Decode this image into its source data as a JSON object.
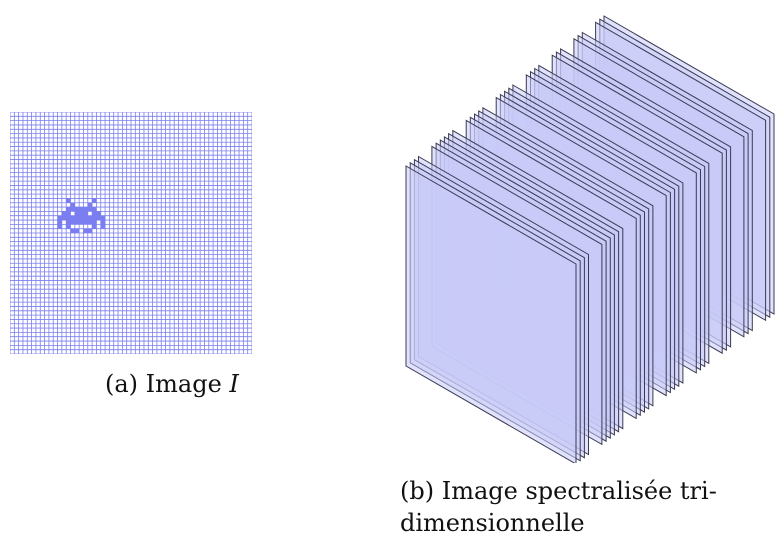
{
  "subfigure_a": {
    "caption_prefix": "(a) Image ",
    "caption_variable": "I",
    "grid_size": 56,
    "grid_color": "#7b7ef0",
    "pixel_color": "#7b7ef0",
    "sprite": [
      "..#.....#..",
      "...#...#...",
      "..#######..",
      ".##.###.##.",
      "###########",
      "#.#######.#",
      "#.#.....#.#",
      "...##.##..."
    ]
  },
  "subfigure_b": {
    "caption_line1": "(b) Image spectralisée tri-",
    "caption_line2": "dimensionnelle",
    "sheet_fill": "#c9cbf7",
    "sheet_stroke": "#3a3a55",
    "slice_groups": [
      {
        "count": 4
      },
      {
        "count": 6
      },
      {
        "count": 5
      },
      {
        "count": 5
      },
      {
        "count": 4
      },
      {
        "count": 3
      },
      {
        "count": 3
      },
      {
        "count": 3
      }
    ]
  }
}
